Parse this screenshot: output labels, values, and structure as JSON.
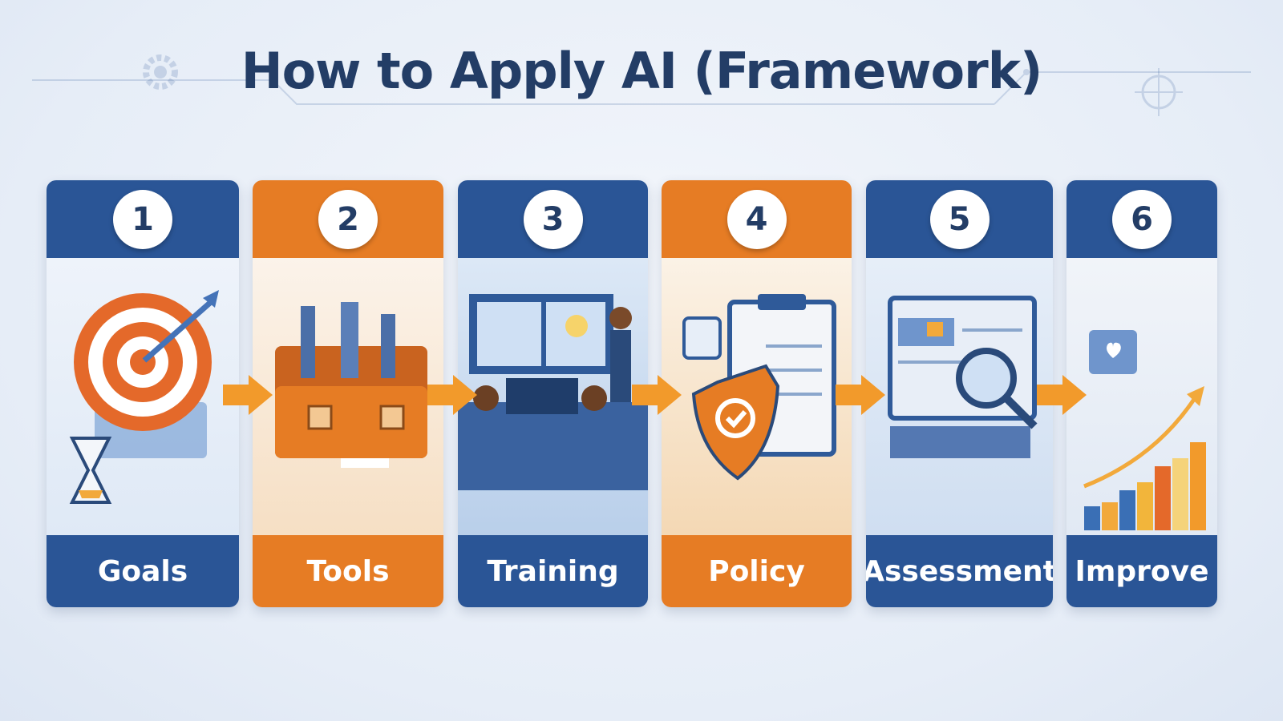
{
  "title": "How to Apply AI (Framework)",
  "colors": {
    "blue": "#2a5596",
    "orange": "#e67c24",
    "title": "#233d66",
    "background": "#eaf0f8"
  },
  "steps": [
    {
      "number": "1",
      "label": "Goals",
      "color": "blue",
      "icon": "target-with-dart-and-hourglass-icon"
    },
    {
      "number": "2",
      "label": "Tools",
      "color": "orange",
      "icon": "toolbox-icon"
    },
    {
      "number": "3",
      "label": "Training",
      "color": "blue",
      "icon": "presentation-training-icon"
    },
    {
      "number": "4",
      "label": "Policy",
      "color": "orange",
      "icon": "shield-clipboard-icon"
    },
    {
      "number": "5",
      "label": "Assessment",
      "color": "blue",
      "icon": "monitor-magnifier-icon"
    },
    {
      "number": "6",
      "label": "Improve",
      "color": "blue",
      "icon": "growth-bar-chart-icon"
    }
  ]
}
